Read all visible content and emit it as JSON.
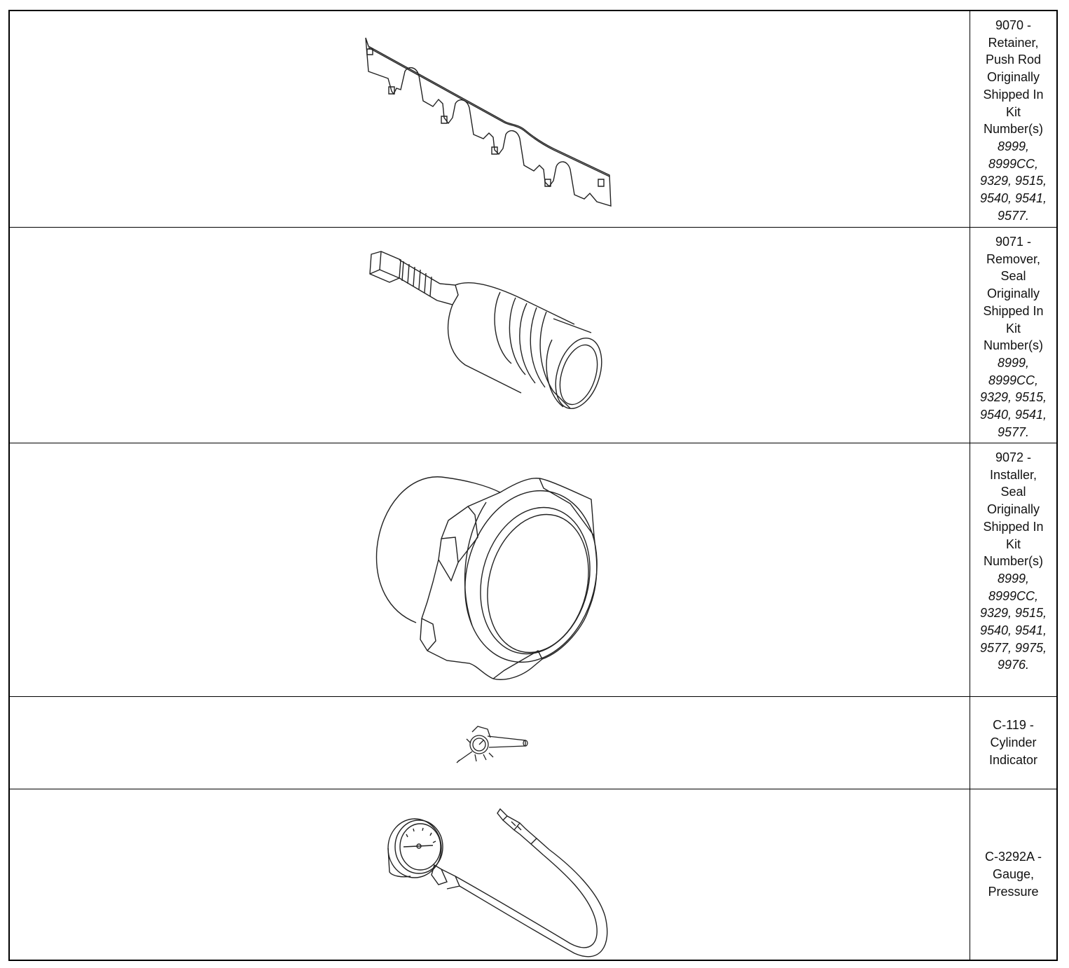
{
  "tools": [
    {
      "code": "9070 -",
      "name_lines": [
        "Retainer,",
        "Push Rod"
      ],
      "note_lines": [
        "Originally",
        "Shipped In",
        "Kit",
        "Number(s)"
      ],
      "kit_lines": [
        "8999,",
        "8999CC,",
        "9329, 9515,",
        "9540, 9541,",
        "9577."
      ],
      "illustration": "push-rod-retainer-drawing"
    },
    {
      "code": "9071 -",
      "name_lines": [
        "Remover,",
        "Seal"
      ],
      "note_lines": [
        "Originally",
        "Shipped In",
        "Kit",
        "Number(s)"
      ],
      "kit_lines": [
        "8999,",
        "8999CC,",
        "9329, 9515,",
        "9540, 9541,",
        "9577."
      ],
      "illustration": "seal-remover-drawing"
    },
    {
      "code": "9072 -",
      "name_lines": [
        "Installer,",
        "Seal"
      ],
      "note_lines": [
        "Originally",
        "Shipped In",
        "Kit",
        "Number(s)"
      ],
      "kit_lines": [
        "8999,",
        "8999CC,",
        "9329, 9515,",
        "9540, 9541,",
        "9577, 9975,",
        "9976."
      ],
      "illustration": "seal-installer-drawing"
    },
    {
      "code": "C-119 -",
      "name_lines": [
        "Cylinder",
        "Indicator"
      ],
      "illustration": "cylinder-indicator-drawing"
    },
    {
      "code": "C-3292A -",
      "name_lines": [
        "Gauge,",
        "Pressure"
      ],
      "illustration": "pressure-gauge-drawing"
    }
  ]
}
